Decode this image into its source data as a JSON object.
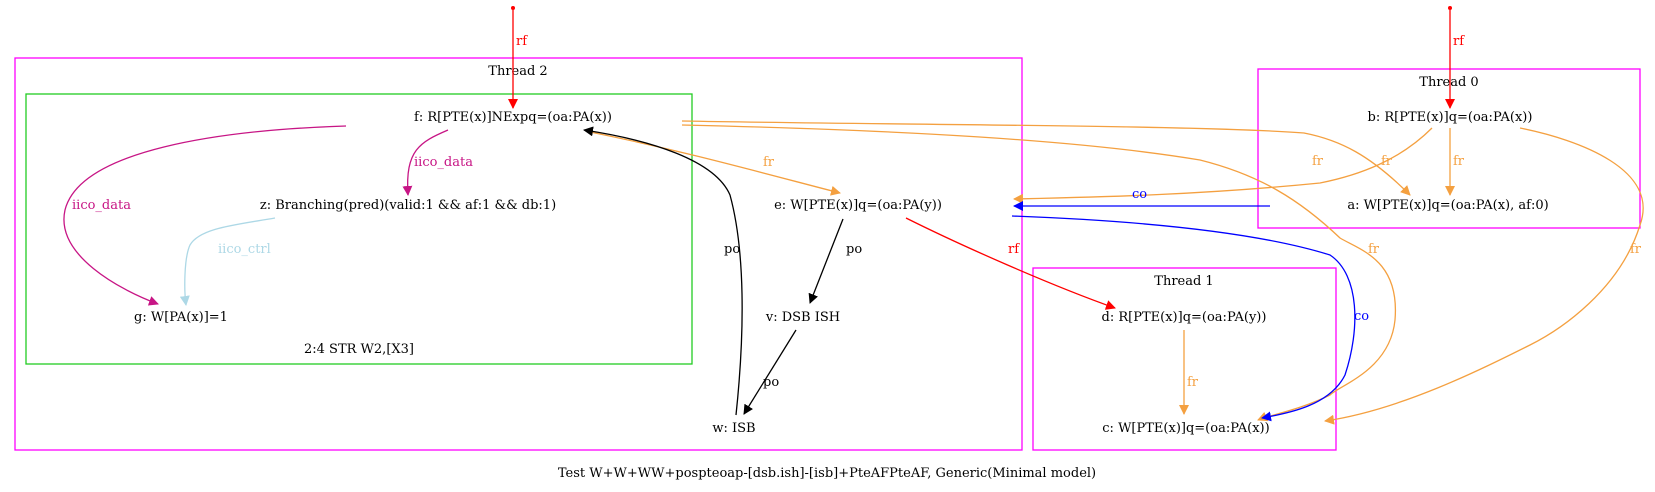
{
  "caption": "Test W+W+WW+pospteoap-[dsb.ish]-[isb]+PteAFPteAF, Generic(Minimal model)",
  "clusters": {
    "thread2": "Thread 2",
    "thread0": "Thread 0",
    "thread1": "Thread 1",
    "instr": "2:4 STR W2,[X3]"
  },
  "nodes": {
    "f": "f: R[PTE(x)]NExpq=(oa:PA(x))",
    "z": "z: Branching(pred)(valid:1 && af:1 && db:1)",
    "g": "g: W[PA(x)]=1",
    "e": "e: W[PTE(x)]q=(oa:PA(y))",
    "v": "v: DSB ISH",
    "w": "w: ISB",
    "b": "b: R[PTE(x)]q=(oa:PA(x))",
    "a": "a: W[PTE(x)]q=(oa:PA(x), af:0)",
    "d": "d: R[PTE(x)]q=(oa:PA(y))",
    "c": "c: W[PTE(x)]q=(oa:PA(x))"
  },
  "edges": {
    "rf": "rf",
    "fr": "fr",
    "co": "co",
    "po": "po",
    "iico_data": "iico_data",
    "iico_ctrl": "iico_ctrl"
  },
  "colors": {
    "cluster_thread": "#ff00ff",
    "cluster_instr": "#00cc00",
    "rf": "#ff0000",
    "fr": "#f4a040",
    "co": "#0000ff",
    "po": "#000000",
    "iico_data": "#c71585",
    "iico_ctrl": "#add8e6"
  }
}
